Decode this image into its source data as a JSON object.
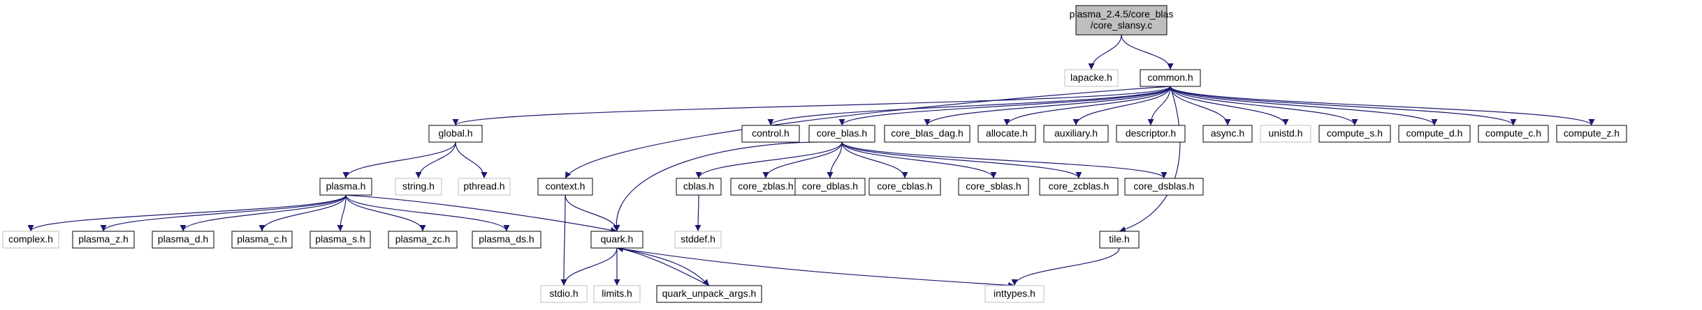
{
  "diagram": {
    "colors": {
      "edge": "#191970",
      "root_fill": "#bfbfbf",
      "node_border": "#000000",
      "missing_border": "#bfbfbf",
      "missing_text": "#808080",
      "text": "#000000"
    },
    "nodes": [
      {
        "id": "core_slansy",
        "lines": [
          "plasma_2.4.5/core_blas",
          "/core_slansy.c"
        ],
        "style": "root"
      },
      {
        "id": "lapacke",
        "lines": [
          "lapacke.h"
        ],
        "style": "missing"
      },
      {
        "id": "common",
        "lines": [
          "common.h"
        ],
        "style": "normal"
      },
      {
        "id": "global",
        "lines": [
          "global.h"
        ],
        "style": "normal"
      },
      {
        "id": "control",
        "lines": [
          "control.h"
        ],
        "style": "normal"
      },
      {
        "id": "core_blas",
        "lines": [
          "core_blas.h"
        ],
        "style": "normal"
      },
      {
        "id": "core_blas_dag",
        "lines": [
          "core_blas_dag.h"
        ],
        "style": "normal"
      },
      {
        "id": "allocate",
        "lines": [
          "allocate.h"
        ],
        "style": "normal"
      },
      {
        "id": "auxiliary",
        "lines": [
          "auxiliary.h"
        ],
        "style": "normal"
      },
      {
        "id": "descriptor",
        "lines": [
          "descriptor.h"
        ],
        "style": "normal"
      },
      {
        "id": "async",
        "lines": [
          "async.h"
        ],
        "style": "normal"
      },
      {
        "id": "unistd",
        "lines": [
          "unistd.h"
        ],
        "style": "missing"
      },
      {
        "id": "compute_s",
        "lines": [
          "compute_s.h"
        ],
        "style": "normal"
      },
      {
        "id": "compute_d",
        "lines": [
          "compute_d.h"
        ],
        "style": "normal"
      },
      {
        "id": "compute_c",
        "lines": [
          "compute_c.h"
        ],
        "style": "normal"
      },
      {
        "id": "compute_z",
        "lines": [
          "compute_z.h"
        ],
        "style": "normal"
      },
      {
        "id": "plasma",
        "lines": [
          "plasma.h"
        ],
        "style": "normal"
      },
      {
        "id": "string",
        "lines": [
          "string.h"
        ],
        "style": "missing"
      },
      {
        "id": "pthread",
        "lines": [
          "pthread.h"
        ],
        "style": "missing"
      },
      {
        "id": "context",
        "lines": [
          "context.h"
        ],
        "style": "normal"
      },
      {
        "id": "cblas",
        "lines": [
          "cblas.h"
        ],
        "style": "normal"
      },
      {
        "id": "core_zblas",
        "lines": [
          "core_zblas.h"
        ],
        "style": "normal"
      },
      {
        "id": "core_dblas",
        "lines": [
          "core_dblas.h"
        ],
        "style": "normal"
      },
      {
        "id": "core_cblas",
        "lines": [
          "core_cblas.h"
        ],
        "style": "normal"
      },
      {
        "id": "core_sblas",
        "lines": [
          "core_sblas.h"
        ],
        "style": "normal"
      },
      {
        "id": "core_zcblas",
        "lines": [
          "core_zcblas.h"
        ],
        "style": "normal"
      },
      {
        "id": "core_dsblas",
        "lines": [
          "core_dsblas.h"
        ],
        "style": "normal"
      },
      {
        "id": "complex",
        "lines": [
          "complex.h"
        ],
        "style": "missing"
      },
      {
        "id": "plasma_z",
        "lines": [
          "plasma_z.h"
        ],
        "style": "normal"
      },
      {
        "id": "plasma_d",
        "lines": [
          "plasma_d.h"
        ],
        "style": "normal"
      },
      {
        "id": "plasma_c",
        "lines": [
          "plasma_c.h"
        ],
        "style": "normal"
      },
      {
        "id": "plasma_s",
        "lines": [
          "plasma_s.h"
        ],
        "style": "normal"
      },
      {
        "id": "plasma_zc",
        "lines": [
          "plasma_zc.h"
        ],
        "style": "normal"
      },
      {
        "id": "plasma_ds",
        "lines": [
          "plasma_ds.h"
        ],
        "style": "normal"
      },
      {
        "id": "quark",
        "lines": [
          "quark.h"
        ],
        "style": "normal"
      },
      {
        "id": "stddef",
        "lines": [
          "stddef.h"
        ],
        "style": "missing"
      },
      {
        "id": "tile",
        "lines": [
          "tile.h"
        ],
        "style": "normal"
      },
      {
        "id": "stdio",
        "lines": [
          "stdio.h"
        ],
        "style": "missing"
      },
      {
        "id": "limits",
        "lines": [
          "limits.h"
        ],
        "style": "missing"
      },
      {
        "id": "quark_unpack_args",
        "lines": [
          "quark_unpack_args.h"
        ],
        "style": "normal"
      },
      {
        "id": "inttypes",
        "lines": [
          "inttypes.h"
        ],
        "style": "missing"
      }
    ],
    "edges": [
      [
        "core_slansy",
        "lapacke"
      ],
      [
        "core_slansy",
        "common"
      ],
      [
        "common",
        "global"
      ],
      [
        "common",
        "control"
      ],
      [
        "common",
        "core_blas"
      ],
      [
        "common",
        "core_blas_dag"
      ],
      [
        "common",
        "allocate"
      ],
      [
        "common",
        "auxiliary"
      ],
      [
        "common",
        "descriptor"
      ],
      [
        "common",
        "async"
      ],
      [
        "common",
        "unistd"
      ],
      [
        "common",
        "compute_s"
      ],
      [
        "common",
        "compute_d"
      ],
      [
        "common",
        "compute_c"
      ],
      [
        "common",
        "compute_z"
      ],
      [
        "common",
        "context"
      ],
      [
        "common",
        "tile"
      ],
      [
        "global",
        "plasma"
      ],
      [
        "global",
        "string"
      ],
      [
        "global",
        "pthread"
      ],
      [
        "core_blas",
        "cblas"
      ],
      [
        "core_blas",
        "core_zblas"
      ],
      [
        "core_blas",
        "core_dblas"
      ],
      [
        "core_blas",
        "core_cblas"
      ],
      [
        "core_blas",
        "core_sblas"
      ],
      [
        "core_blas",
        "core_zcblas"
      ],
      [
        "core_blas",
        "core_dsblas"
      ],
      [
        "core_blas",
        "quark"
      ],
      [
        "plasma",
        "complex"
      ],
      [
        "plasma",
        "plasma_z"
      ],
      [
        "plasma",
        "plasma_d"
      ],
      [
        "plasma",
        "plasma_c"
      ],
      [
        "plasma",
        "plasma_s"
      ],
      [
        "plasma",
        "plasma_zc"
      ],
      [
        "plasma",
        "plasma_ds"
      ],
      [
        "plasma",
        "quark"
      ],
      [
        "context",
        "quark"
      ],
      [
        "context",
        "stdio"
      ],
      [
        "cblas",
        "stddef"
      ],
      [
        "quark",
        "stdio"
      ],
      [
        "quark",
        "limits"
      ],
      [
        "quark",
        "quark_unpack_args"
      ],
      [
        "quark",
        "inttypes"
      ],
      [
        "quark_unpack_args",
        "quark"
      ],
      [
        "tile",
        "inttypes"
      ]
    ]
  }
}
